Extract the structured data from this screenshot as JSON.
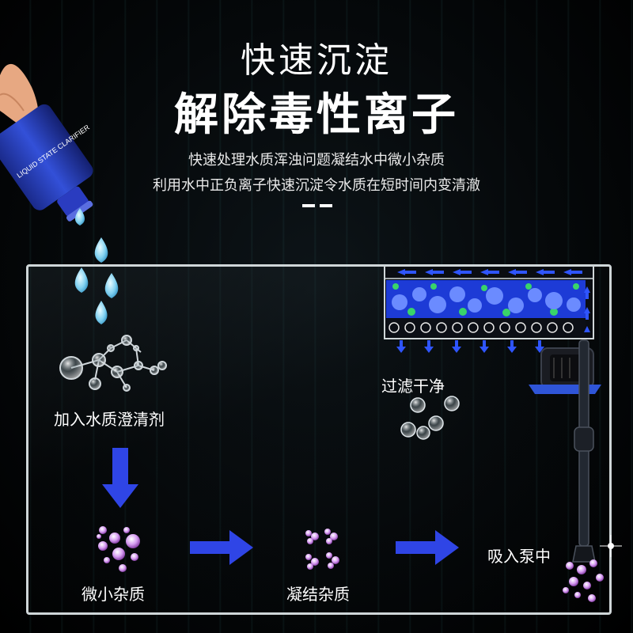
{
  "headline": "快速沉淀",
  "subheadline": "解除毒性离子",
  "description": [
    "快速处理水质浑浊问题凝结水中微小杂质",
    "利用水中正负离子快速沉淀令水质在短时间内变清澈"
  ],
  "bottle_text": "LIQUID STATE CLARIFIER",
  "steps": {
    "add": "加入水质澄清剂",
    "tiny": "微小杂质",
    "coagulate": "凝结杂质",
    "pump": "吸入泵中",
    "filter": "过滤干净"
  },
  "colors": {
    "accent_blue": "#2f45e6",
    "particle_purple": "#d59bf0",
    "filter_blue": "#1d3bd6",
    "filter_green": "#39d46a",
    "water_drop": "#7fd0f0"
  },
  "icons": [
    "water-drop-icon",
    "molecule-icon",
    "arrow-down-icon",
    "arrow-right-icon",
    "bubble-icon",
    "pump-icon",
    "filter-box-icon"
  ]
}
